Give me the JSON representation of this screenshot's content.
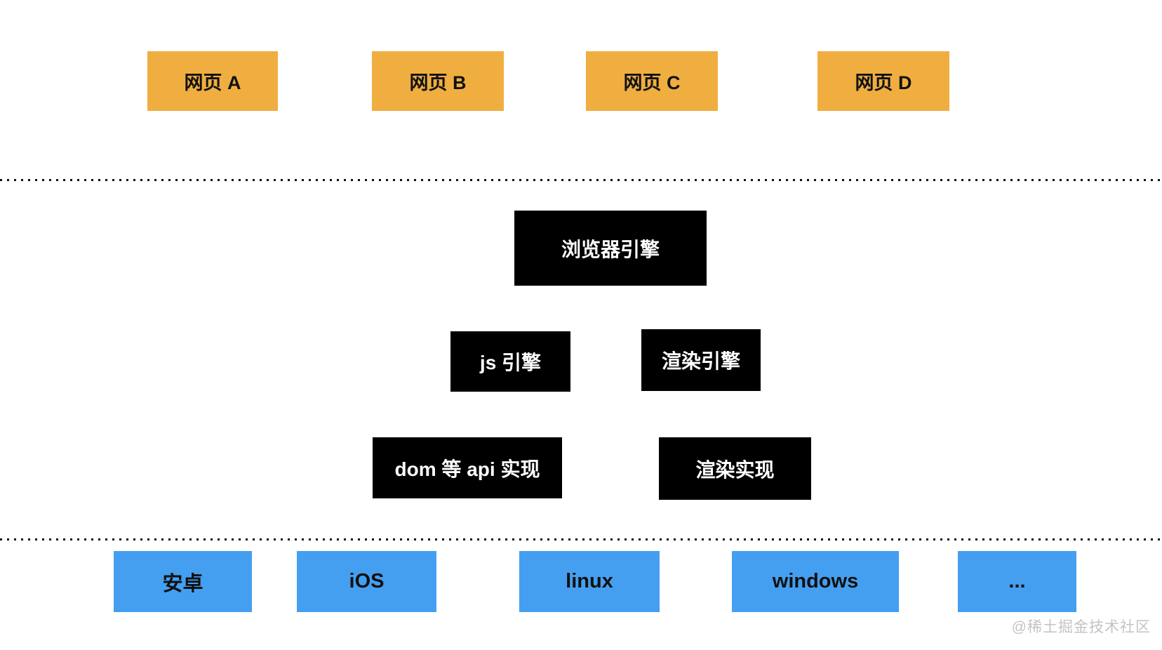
{
  "diagram": {
    "webpages": {
      "a": "网页 A",
      "b": "网页 B",
      "c": "网页 C",
      "d": "网页 D"
    },
    "engine": {
      "browser_engine": "浏览器引擎",
      "js_engine": "js 引擎",
      "render_engine": "渲染引擎",
      "dom_api_impl": "dom 等 api 实现",
      "render_impl": "渲染实现"
    },
    "platforms": {
      "android": "安卓",
      "ios": "iOS",
      "linux": "linux",
      "windows": "windows",
      "more": "..."
    },
    "watermark": "@稀土掘金技术社区",
    "colors": {
      "webpage_box": "#f0ae41",
      "engine_box": "#000000",
      "platform_box": "#459ff0",
      "dotted_line": "#111111",
      "watermark_text": "#c3c3c3"
    }
  }
}
